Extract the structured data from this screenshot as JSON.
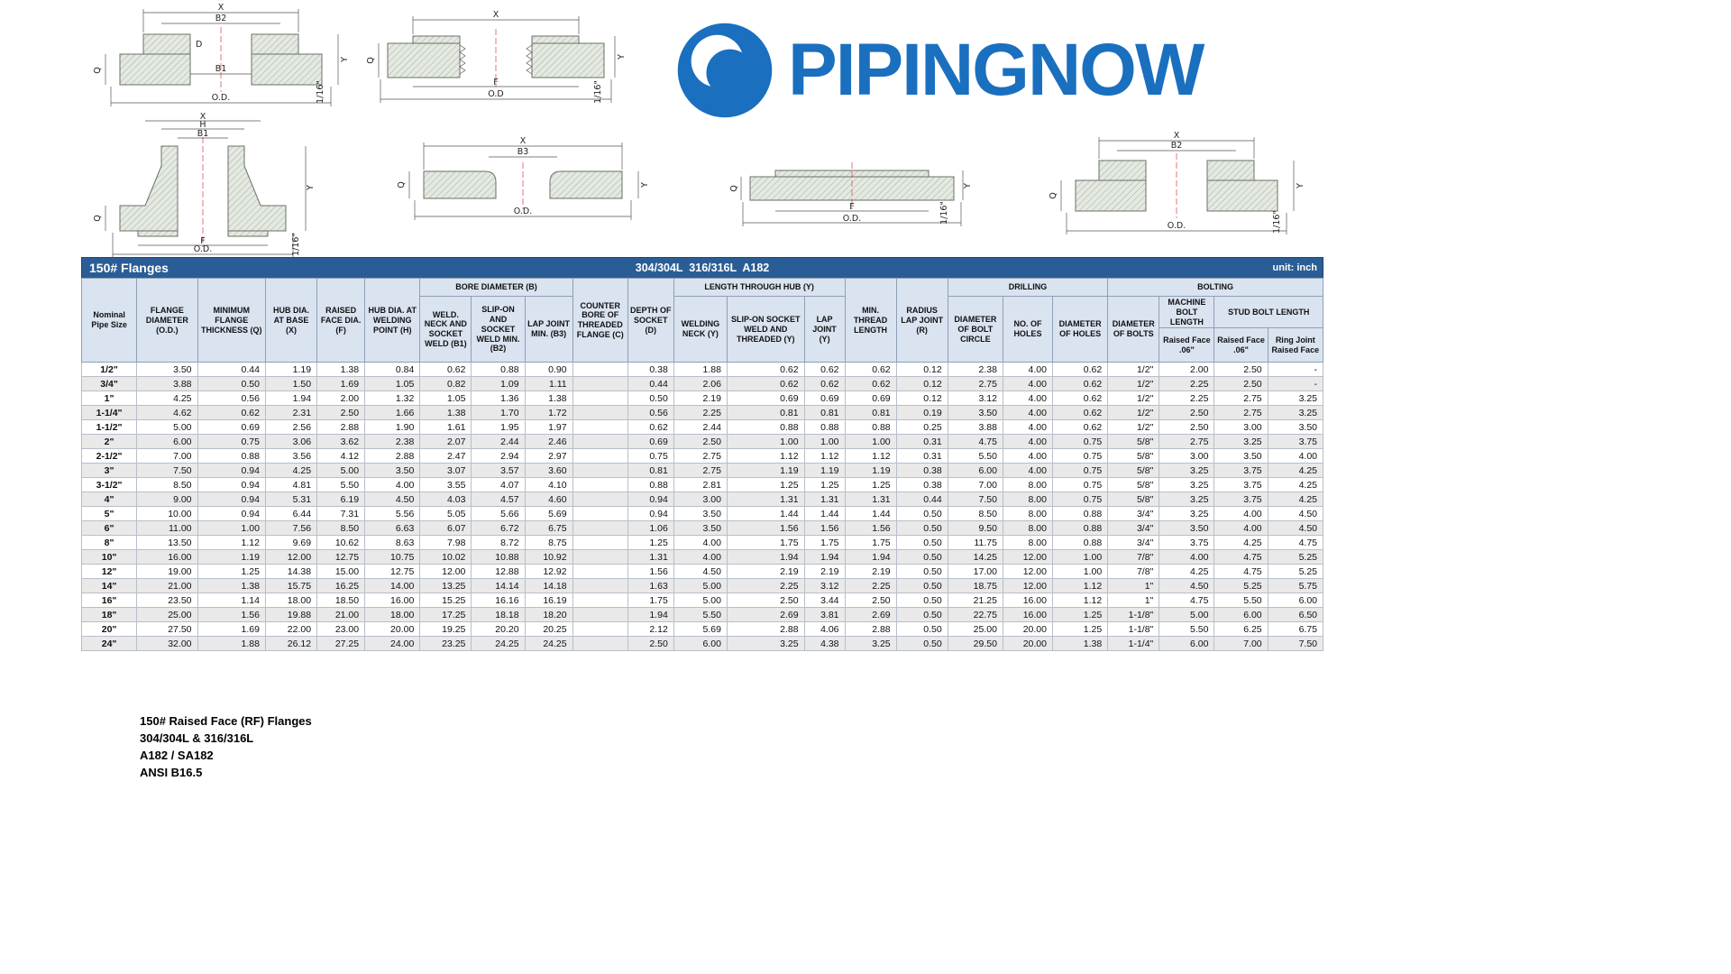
{
  "logo": {
    "text": "PIPINGNOW",
    "color": "#1a6fbf",
    "icon": "blue-ring-sphere-icon"
  },
  "colors": {
    "title_bar": "#2a5d95",
    "header_bg": "#dae3f0",
    "alt_row": "#e9e9e9",
    "logo_blue": "#1a6fbf"
  },
  "drawings": {
    "slip_on": {
      "x": "X",
      "b2": "B2",
      "d": "D",
      "q": "Q",
      "b1": "B1",
      "y": "Y",
      "sixteenth": "1/16\"",
      "od": "O.D."
    },
    "threaded": {
      "x": "X",
      "q": "Q",
      "f": "F",
      "y": "Y",
      "sixteenth": "1/16\"",
      "od": "O.D"
    },
    "weld_neck": {
      "x": "X",
      "h": "H",
      "b1": "B1",
      "q": "Q",
      "y": "Y",
      "f": "F",
      "sixteenth": "1/16\"",
      "od": "O.D."
    },
    "lap_joint": {
      "x": "X",
      "b3": "B3",
      "q": "Q",
      "y": "Y",
      "od": "O.D."
    },
    "blind": {
      "q": "Q",
      "f": "F",
      "y": "Y",
      "sixteenth": "1/16\"",
      "od": "O.D."
    },
    "socket_weld": {
      "x": "X",
      "b2": "B2",
      "q": "Q",
      "y": "Y",
      "sixteenth": "1/16\"",
      "od": "O.D."
    }
  },
  "table": {
    "title": "150# Flanges",
    "material": "304/304L  316/316L  A182",
    "unit": "unit: inch",
    "headers": {
      "nominal_pipe_size": "Nominal Pipe Size",
      "flange_diameter": "FLANGE DIAMETER (O.D.)",
      "min_thickness": "MINIMUM FLANGE THICKNESS (Q)",
      "hub_dia_base": "HUB DIA. AT BASE (X)",
      "raised_face_dia": "RAISED FACE DIA. (F)",
      "hub_dia_welding": "HUB DIA. AT WELDING POINT (H)",
      "bore_diameter_group": "BORE DIAMETER (B)",
      "bore_b1": "WELD. NECK AND SOCKET WELD (B1)",
      "bore_b2": "SLIP-ON AND SOCKET WELD MIN. (B2)",
      "bore_b3": "LAP JOINT MIN. (B3)",
      "counter_bore": "COUNTER BORE OF THREADED FLANGE (C)",
      "depth_socket": "DEPTH OF SOCKET (D)",
      "length_hub_group": "LENGTH THROUGH HUB (Y)",
      "y_welding_neck": "WELDING NECK (Y)",
      "y_slip_on": "SLIP-ON SOCKET WELD AND THREADED (Y)",
      "y_lap_joint": "LAP JOINT (Y)",
      "min_thread": "MIN. THREAD LENGTH",
      "radius_lap": "RADIUS LAP JOINT (R)",
      "drilling_group": "DRILLING",
      "bolt_circle": "DIAMETER OF BOLT CIRCLE",
      "no_holes": "NO. OF HOLES",
      "dia_holes": "DIAMETER OF HOLES",
      "bolting_group": "BOLTING",
      "dia_bolts": "DIAMETER OF BOLTS",
      "machine_bolt_group": "MACHINE BOLT LENGTH",
      "stud_bolt_group": "STUD BOLT LENGTH",
      "machine_rf": "Raised Face .06\"",
      "stud_rf": "Raised Face .06\"",
      "stud_rj": "Ring Joint Raised Face"
    },
    "rows": [
      [
        "1/2\"",
        "3.50",
        "0.44",
        "1.19",
        "1.38",
        "0.84",
        "0.62",
        "0.88",
        "0.90",
        "",
        "0.38",
        "1.88",
        "0.62",
        "0.62",
        "0.62",
        "0.12",
        "2.38",
        "4.00",
        "0.62",
        "1/2\"",
        "2.00",
        "2.50",
        "-"
      ],
      [
        "3/4\"",
        "3.88",
        "0.50",
        "1.50",
        "1.69",
        "1.05",
        "0.82",
        "1.09",
        "1.11",
        "",
        "0.44",
        "2.06",
        "0.62",
        "0.62",
        "0.62",
        "0.12",
        "2.75",
        "4.00",
        "0.62",
        "1/2\"",
        "2.25",
        "2.50",
        "-"
      ],
      [
        "1\"",
        "4.25",
        "0.56",
        "1.94",
        "2.00",
        "1.32",
        "1.05",
        "1.36",
        "1.38",
        "",
        "0.50",
        "2.19",
        "0.69",
        "0.69",
        "0.69",
        "0.12",
        "3.12",
        "4.00",
        "0.62",
        "1/2\"",
        "2.25",
        "2.75",
        "3.25"
      ],
      [
        "1-1/4\"",
        "4.62",
        "0.62",
        "2.31",
        "2.50",
        "1.66",
        "1.38",
        "1.70",
        "1.72",
        "",
        "0.56",
        "2.25",
        "0.81",
        "0.81",
        "0.81",
        "0.19",
        "3.50",
        "4.00",
        "0.62",
        "1/2\"",
        "2.50",
        "2.75",
        "3.25"
      ],
      [
        "1-1/2\"",
        "5.00",
        "0.69",
        "2.56",
        "2.88",
        "1.90",
        "1.61",
        "1.95",
        "1.97",
        "",
        "0.62",
        "2.44",
        "0.88",
        "0.88",
        "0.88",
        "0.25",
        "3.88",
        "4.00",
        "0.62",
        "1/2\"",
        "2.50",
        "3.00",
        "3.50"
      ],
      [
        "2\"",
        "6.00",
        "0.75",
        "3.06",
        "3.62",
        "2.38",
        "2.07",
        "2.44",
        "2.46",
        "",
        "0.69",
        "2.50",
        "1.00",
        "1.00",
        "1.00",
        "0.31",
        "4.75",
        "4.00",
        "0.75",
        "5/8\"",
        "2.75",
        "3.25",
        "3.75"
      ],
      [
        "2-1/2\"",
        "7.00",
        "0.88",
        "3.56",
        "4.12",
        "2.88",
        "2.47",
        "2.94",
        "2.97",
        "",
        "0.75",
        "2.75",
        "1.12",
        "1.12",
        "1.12",
        "0.31",
        "5.50",
        "4.00",
        "0.75",
        "5/8\"",
        "3.00",
        "3.50",
        "4.00"
      ],
      [
        "3\"",
        "7.50",
        "0.94",
        "4.25",
        "5.00",
        "3.50",
        "3.07",
        "3.57",
        "3.60",
        "",
        "0.81",
        "2.75",
        "1.19",
        "1.19",
        "1.19",
        "0.38",
        "6.00",
        "4.00",
        "0.75",
        "5/8\"",
        "3.25",
        "3.75",
        "4.25"
      ],
      [
        "3-1/2\"",
        "8.50",
        "0.94",
        "4.81",
        "5.50",
        "4.00",
        "3.55",
        "4.07",
        "4.10",
        "",
        "0.88",
        "2.81",
        "1.25",
        "1.25",
        "1.25",
        "0.38",
        "7.00",
        "8.00",
        "0.75",
        "5/8\"",
        "3.25",
        "3.75",
        "4.25"
      ],
      [
        "4\"",
        "9.00",
        "0.94",
        "5.31",
        "6.19",
        "4.50",
        "4.03",
        "4.57",
        "4.60",
        "",
        "0.94",
        "3.00",
        "1.31",
        "1.31",
        "1.31",
        "0.44",
        "7.50",
        "8.00",
        "0.75",
        "5/8\"",
        "3.25",
        "3.75",
        "4.25"
      ],
      [
        "5\"",
        "10.00",
        "0.94",
        "6.44",
        "7.31",
        "5.56",
        "5.05",
        "5.66",
        "5.69",
        "",
        "0.94",
        "3.50",
        "1.44",
        "1.44",
        "1.44",
        "0.50",
        "8.50",
        "8.00",
        "0.88",
        "3/4\"",
        "3.25",
        "4.00",
        "4.50"
      ],
      [
        "6\"",
        "11.00",
        "1.00",
        "7.56",
        "8.50",
        "6.63",
        "6.07",
        "6.72",
        "6.75",
        "",
        "1.06",
        "3.50",
        "1.56",
        "1.56",
        "1.56",
        "0.50",
        "9.50",
        "8.00",
        "0.88",
        "3/4\"",
        "3.50",
        "4.00",
        "4.50"
      ],
      [
        "8\"",
        "13.50",
        "1.12",
        "9.69",
        "10.62",
        "8.63",
        "7.98",
        "8.72",
        "8.75",
        "",
        "1.25",
        "4.00",
        "1.75",
        "1.75",
        "1.75",
        "0.50",
        "11.75",
        "8.00",
        "0.88",
        "3/4\"",
        "3.75",
        "4.25",
        "4.75"
      ],
      [
        "10\"",
        "16.00",
        "1.19",
        "12.00",
        "12.75",
        "10.75",
        "10.02",
        "10.88",
        "10.92",
        "",
        "1.31",
        "4.00",
        "1.94",
        "1.94",
        "1.94",
        "0.50",
        "14.25",
        "12.00",
        "1.00",
        "7/8\"",
        "4.00",
        "4.75",
        "5.25"
      ],
      [
        "12\"",
        "19.00",
        "1.25",
        "14.38",
        "15.00",
        "12.75",
        "12.00",
        "12.88",
        "12.92",
        "",
        "1.56",
        "4.50",
        "2.19",
        "2.19",
        "2.19",
        "0.50",
        "17.00",
        "12.00",
        "1.00",
        "7/8\"",
        "4.25",
        "4.75",
        "5.25"
      ],
      [
        "14\"",
        "21.00",
        "1.38",
        "15.75",
        "16.25",
        "14.00",
        "13.25",
        "14.14",
        "14.18",
        "",
        "1.63",
        "5.00",
        "2.25",
        "3.12",
        "2.25",
        "0.50",
        "18.75",
        "12.00",
        "1.12",
        "1\"",
        "4.50",
        "5.25",
        "5.75"
      ],
      [
        "16\"",
        "23.50",
        "1.14",
        "18.00",
        "18.50",
        "16.00",
        "15.25",
        "16.16",
        "16.19",
        "",
        "1.75",
        "5.00",
        "2.50",
        "3.44",
        "2.50",
        "0.50",
        "21.25",
        "16.00",
        "1.12",
        "1\"",
        "4.75",
        "5.50",
        "6.00"
      ],
      [
        "18\"",
        "25.00",
        "1.56",
        "19.88",
        "21.00",
        "18.00",
        "17.25",
        "18.18",
        "18.20",
        "",
        "1.94",
        "5.50",
        "2.69",
        "3.81",
        "2.69",
        "0.50",
        "22.75",
        "16.00",
        "1.25",
        "1-1/8\"",
        "5.00",
        "6.00",
        "6.50"
      ],
      [
        "20\"",
        "27.50",
        "1.69",
        "22.00",
        "23.00",
        "20.00",
        "19.25",
        "20.20",
        "20.25",
        "",
        "2.12",
        "5.69",
        "2.88",
        "4.06",
        "2.88",
        "0.50",
        "25.00",
        "20.00",
        "1.25",
        "1-1/8\"",
        "5.50",
        "6.25",
        "6.75"
      ],
      [
        "24\"",
        "32.00",
        "1.88",
        "26.12",
        "27.25",
        "24.00",
        "23.25",
        "24.25",
        "24.25",
        "",
        "2.50",
        "6.00",
        "3.25",
        "4.38",
        "3.25",
        "0.50",
        "29.50",
        "20.00",
        "1.38",
        "1-1/4\"",
        "6.00",
        "7.00",
        "7.50"
      ]
    ]
  },
  "footer": {
    "lines": [
      "150# Raised Face (RF) Flanges",
      "304/304L & 316/316L",
      "A182 / SA182",
      "ANSI B16.5"
    ]
  }
}
